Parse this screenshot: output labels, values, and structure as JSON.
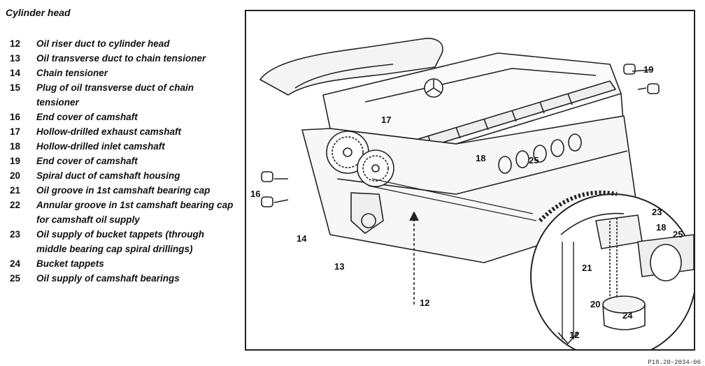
{
  "title": "Cylinder head",
  "legend": [
    {
      "num": "12",
      "text": "Oil riser duct to cylinder head"
    },
    {
      "num": "13",
      "text": "Oil transverse duct to chain tensioner"
    },
    {
      "num": "14",
      "text": "Chain tensioner"
    },
    {
      "num": "15",
      "text": "Plug of oil transverse duct of chain tensioner"
    },
    {
      "num": "16",
      "text": "End cover of camshaft"
    },
    {
      "num": "17",
      "text": "Hollow-drilled exhaust camshaft"
    },
    {
      "num": "18",
      "text": "Hollow-drilled inlet camshaft"
    },
    {
      "num": "19",
      "text": "End cover of camshaft"
    },
    {
      "num": "20",
      "text": "Spiral duct of camshaft housing"
    },
    {
      "num": "21",
      "text": "Oil groove in 1st camshaft bearing cap"
    },
    {
      "num": "22",
      "text": "Annular groove in 1st camshaft bearing cap for camshaft oil supply"
    },
    {
      "num": "23",
      "text": "Oil supply of bucket tappets (through middle bearing cap spiral drillings)"
    },
    {
      "num": "24",
      "text": "Bucket tappets"
    },
    {
      "num": "25",
      "text": "Oil supply of camshaft bearings"
    }
  ],
  "callouts": [
    "19",
    "17",
    "18",
    "25",
    "16",
    "14",
    "13",
    "12",
    "23",
    "18",
    "25",
    "21",
    "20",
    "24",
    "12"
  ],
  "figure_code": "P18.20-2034-06"
}
